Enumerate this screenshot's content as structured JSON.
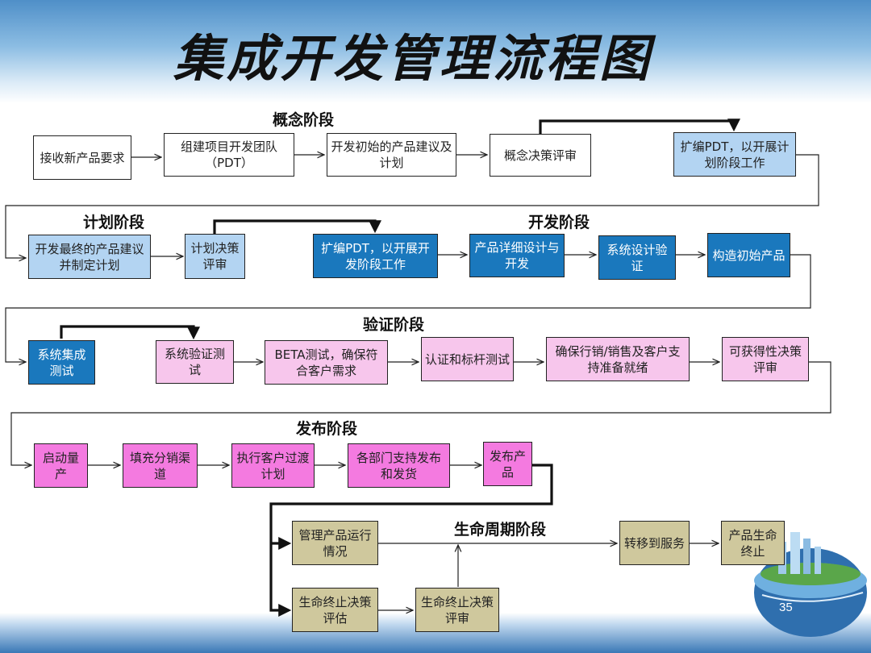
{
  "title": "集成开发管理流程图",
  "stages": {
    "concept": "概念阶段",
    "plan": "计划阶段",
    "develop": "开发阶段",
    "verify": "验证阶段",
    "release": "发布阶段",
    "lifecycle": "生命周期阶段"
  },
  "boxes": {
    "b1": "接收新产品要求",
    "b2": "组建项目开发团队（PDT）",
    "b3": "开发初始的产品建议及计划",
    "b4": "概念决策评审",
    "b5": "扩编PDT，以开展计划阶段工作",
    "b6": "开发最终的产品建议并制定计划",
    "b7": "计划决策评审",
    "b8": "扩编PDT，以开展开发阶段工作",
    "b9": "产品详细设计与开发",
    "b10": "系统设计验证",
    "b11": "构造初始产品",
    "b12": "系统集成测试",
    "b13": "系统验证测试",
    "b14": "BETA测试，确保符合客户需求",
    "b15": "认证和标杆测试",
    "b16": "确保行销/销售及客户支持准备就绪",
    "b17": "可获得性决策评审",
    "b18": "启动量产",
    "b19": "填充分销渠道",
    "b20": "执行客户过渡计划",
    "b21": "各部门支持发布和发货",
    "b22": "发布产品",
    "b23": "管理产品运行情况",
    "b24": "转移到服务",
    "b25": "产品生命终止",
    "b26": "生命终止决策评估",
    "b27": "生命终止决策评审"
  },
  "page_number": "35",
  "colors": {
    "white": "#ffffff",
    "light_blue": "#b3d4f2",
    "dark_blue": "#1a78bd",
    "light_pink": "#f7c6ec",
    "magenta": "#f47ae0",
    "olive": "#cfc89d"
  }
}
